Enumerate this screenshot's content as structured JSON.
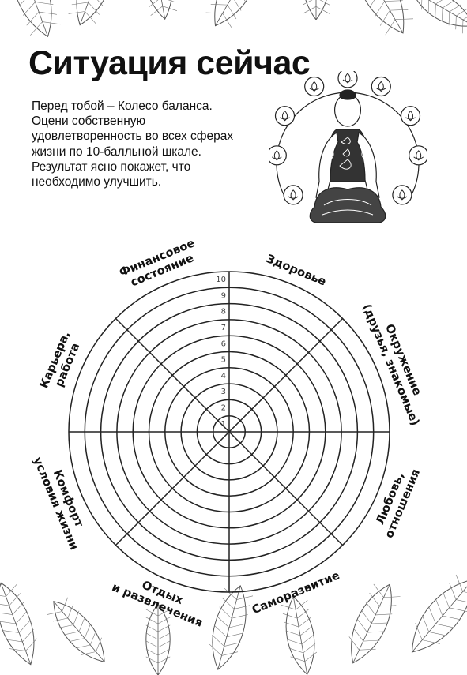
{
  "page": {
    "title": "Ситуация сейчас",
    "intro_lines": [
      "Перед тобой – Колесо баланса.",
      "Оцени собственную",
      "удовлетворенность во всех сферах",
      "жизни по 10-балльной шкале.",
      "Результат ясно покажет, что",
      "необходимо улучшить."
    ]
  },
  "wheel": {
    "scale": [
      "1",
      "2",
      "3",
      "4",
      "5",
      "6",
      "7",
      "8",
      "9",
      "10"
    ],
    "categories": [
      {
        "lines": [
          "Карьера,",
          "работа"
        ]
      },
      {
        "lines": [
          "Финансовое",
          "состояние"
        ]
      },
      {
        "lines": [
          "Здоровье"
        ]
      },
      {
        "lines": [
          "Окружение",
          "(друзья, знакомые)"
        ]
      },
      {
        "lines": [
          "Любовь,",
          "отношения"
        ]
      },
      {
        "lines": [
          "Саморазвитие"
        ]
      },
      {
        "lines": [
          "Отдых",
          "и развлечения"
        ]
      },
      {
        "lines": [
          "Комфорт",
          "условия жизни"
        ]
      }
    ]
  },
  "decor": {
    "line_color": "#222222",
    "leaf_fill": "#ffffff",
    "icons": [
      "lotus-icon",
      "hamsa-icon",
      "triple-leaf-icon",
      "water-drop-icon",
      "lotus-flower-icon",
      "swirl-icon",
      "tulip-icon",
      "leaf-icon",
      "sun-icon"
    ]
  }
}
